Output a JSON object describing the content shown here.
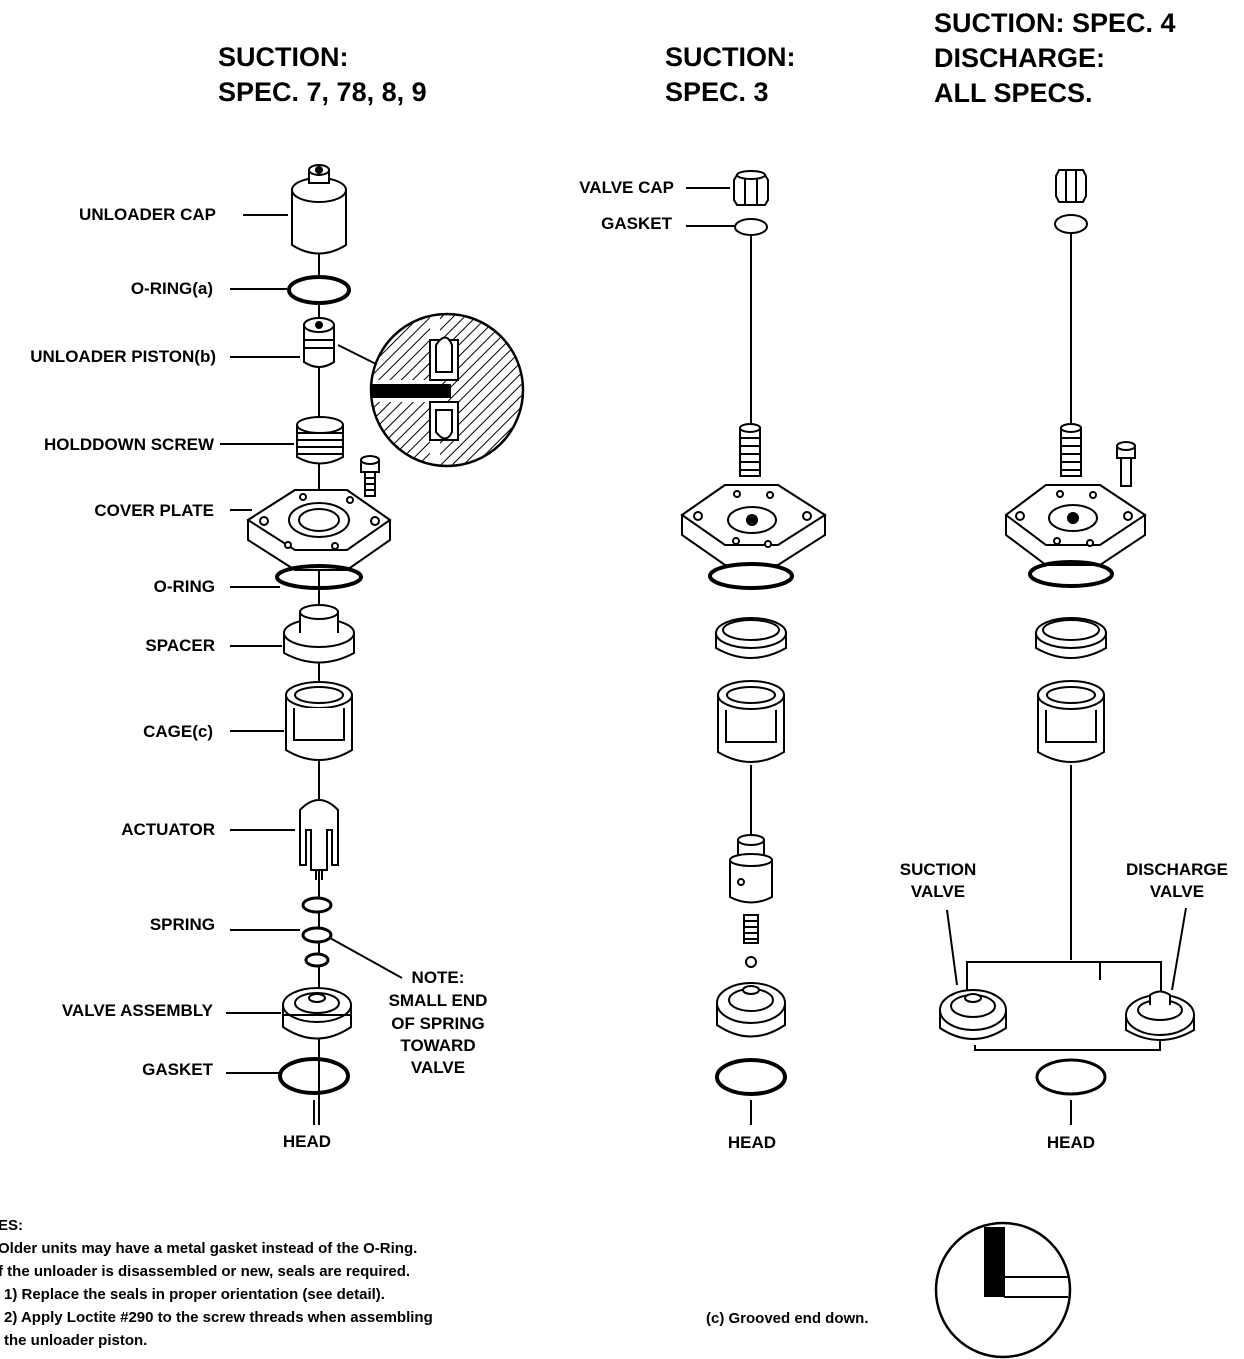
{
  "headers": {
    "left": [
      "SUCTION:",
      "SPEC. 7, 78, 8, 9"
    ],
    "middle": [
      "SUCTION:",
      "SPEC. 3"
    ],
    "right": [
      "SUCTION: SPEC. 4",
      "DISCHARGE:",
      "ALL SPECS."
    ]
  },
  "left_labels": {
    "unloader_cap": "UNLOADER CAP",
    "o_ring_a": "O-RING(a)",
    "unloader_piston_b": "UNLOADER PISTON(b)",
    "holddown_screw": "HOLDDOWN SCREW",
    "cover_plate": "COVER PLATE",
    "o_ring": "O-RING",
    "spacer": "SPACER",
    "cage_c": "CAGE(c)",
    "actuator": "ACTUATOR",
    "spring": "SPRING",
    "valve_assembly": "VALVE ASSEMBLY",
    "gasket": "GASKET",
    "head": "HEAD"
  },
  "spring_note": [
    "NOTE:",
    "SMALL END",
    "OF SPRING",
    "TOWARD",
    "VALVE"
  ],
  "middle_labels": {
    "valve_cap": "VALVE CAP",
    "gasket": "GASKET",
    "head": "HEAD"
  },
  "right_labels": {
    "suction_valve": [
      "SUCTION",
      "VALVE"
    ],
    "discharge_valve": [
      "DISCHARGE",
      "VALVE"
    ],
    "head": "HEAD"
  },
  "notes": {
    "title": "ES:",
    "lines": [
      "Older units may have a metal gasket instead of the O-Ring.",
      "f the unloader is disassembled or new, seals are required.",
      "1)  Replace the seals in proper orientation (see detail).",
      "2)  Apply Loctite #290 to the screw threads when assembling",
      "      the unloader piston."
    ],
    "cage_note": "(c)  Grooved end down."
  }
}
